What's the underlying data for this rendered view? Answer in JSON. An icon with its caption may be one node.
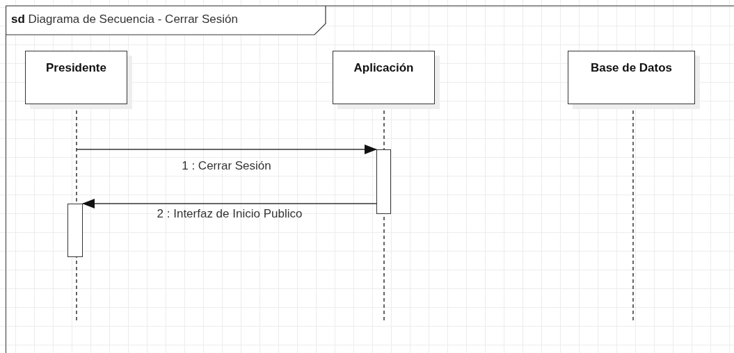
{
  "diagram": {
    "title": "**sd** Diagrama de Secuencia - Cerrar Sesión",
    "nodes": [
      {
        "text": [
          "Presidente"
        ]
      },
      {
        "text": [
          "Aplicación"
        ]
      },
      {
        "text": [
          "Base de Datos"
        ]
      },
      {
        "text": [],
        "shape": "bar"
      },
      {
        "text": [],
        "shape": "bar"
      }
    ],
    "edges": [
      {
        "from": 0,
        "to": 3,
        "arrow": "to",
        "label": "1 : Cerrar Sesión"
      },
      {
        "from": 3,
        "to": 4,
        "arrow": "to",
        "label": "2 : Interfaz de Inicio Publico"
      }
    ]
  }
}
